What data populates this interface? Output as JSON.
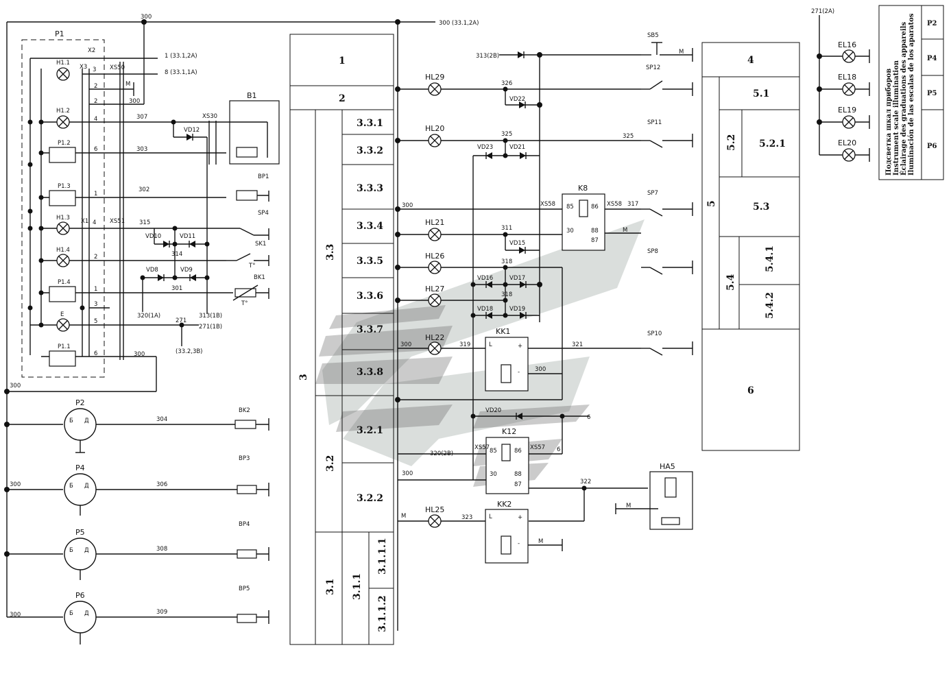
{
  "wires": {
    "top_300": "300",
    "top_300_ref": "300 (33.1,2A)",
    "w271": "271(2A)",
    "w313": "313(2B)",
    "w326": "326",
    "w325a": "325",
    "w325b": "325",
    "w317": "317",
    "w311": "311",
    "w318a": "318",
    "w318b": "318",
    "w319": "319",
    "w321": "321",
    "w300k": "300",
    "w300l": "300",
    "w300b": "300",
    "w300m": "300",
    "w300n": "300",
    "w300o": "300",
    "w300p": "300",
    "w300q": "300",
    "w300r": "300",
    "w320_2b": "320(2B)",
    "w322": "322",
    "w323": "323",
    "w6a": "6",
    "w6b": "6",
    "w307": "307",
    "w303": "303",
    "w302": "302",
    "w315": "315",
    "w314": "314",
    "w301": "301",
    "w320_1a": "320(1A)",
    "w313_1b": "313(1B)",
    "w271b": "271",
    "w271_1b": "271(1B)",
    "w33_2_3b": "(33.2,3B)",
    "w1_ref": "1 (33.1,2A)",
    "w8_ref": "8 (33.1,1A)",
    "w304": "304",
    "w306": "306",
    "w308": "308",
    "w309": "309",
    "M": "M"
  },
  "components": {
    "P1": "P1",
    "X2": "X2",
    "X3": "X3",
    "XS50": "XS50",
    "X1": "X1",
    "XS51": "XS51",
    "H11": "H1.1",
    "H12": "H1.2",
    "H13": "H1.3",
    "H14": "H1.4",
    "E": "E",
    "P12": "P1.2",
    "P13": "P1.3",
    "P14": "P1.4",
    "P11": "P1.1",
    "XS30": "XS30",
    "VD12": "VD12",
    "B1": "B1",
    "BP1": "BP1",
    "SP4": "SP4",
    "SK1": "SK1",
    "BK1": "BK1",
    "VD10": "VD10",
    "VD11": "VD11",
    "VD8": "VD8",
    "VD9": "VD9",
    "P2": "P2",
    "P4": "P4",
    "P5": "P5",
    "P6": "P6",
    "BK2": "BK2",
    "BP3": "BP3",
    "BP4": "BP4",
    "BP5": "BP5",
    "HL29": "HL29",
    "HL20": "HL20",
    "HL21": "HL21",
    "HL26": "HL26",
    "HL27": "HL27",
    "HL22": "HL22",
    "HL25": "HL25",
    "VD22": "VD22",
    "VD23": "VD23",
    "VD21": "VD21",
    "VD15": "VD15",
    "VD16": "VD16",
    "VD17": "VD17",
    "VD18": "VD18",
    "VD19": "VD19",
    "VD20": "VD20",
    "K8": "K8",
    "XS58a": "XS58",
    "XS58b": "XS58",
    "KK1": "KK1",
    "K12": "K12",
    "KK2": "KK2",
    "HA5": "HA5",
    "XS57a": "XS57",
    "XS57b": "XS57",
    "SB5": "SB5",
    "SP12": "SP12",
    "SP11": "SP11",
    "SP7": "SP7",
    "SP8": "SP8",
    "SP10": "SP10",
    "EL16": "EL16",
    "EL18": "EL18",
    "EL19": "EL19",
    "EL20": "EL20"
  },
  "pins": {
    "k85": "85",
    "k86": "86",
    "k30": "30",
    "k87": "87",
    "k88": "88",
    "g_b": "Б",
    "g_d": "Д",
    "temp": "T°",
    "plus": "+",
    "minus": "-",
    "L": "L"
  },
  "connector_numbers": [
    "2",
    "3",
    "2",
    "5",
    "4",
    "6",
    "1",
    "4",
    "2",
    "1",
    "3",
    "5",
    "6"
  ],
  "left_pins": [
    "3",
    "4"
  ],
  "zones_left": {
    "z1": "1",
    "z2": "2",
    "z3": "3",
    "z33": "3.3",
    "z331": "3.3.1",
    "z332": "3.3.2",
    "z333": "3.3.3",
    "z334": "3.3.4",
    "z335": "3.3.5",
    "z336": "3.3.6",
    "z337": "3.3.7",
    "z338": "3.3.8",
    "z32": "3.2",
    "z321": "3.2.1",
    "z322": "3.2.2",
    "z31": "3.1",
    "z311": "3.1.1",
    "z3111": "3.1.1.1",
    "z3112": "3.1.1.2"
  },
  "zones_right": {
    "z4": "4",
    "z5": "5",
    "z51": "5.1",
    "z52": "5.2",
    "z521": "5.2.1",
    "z53": "5.3",
    "z54": "5.4",
    "z541": "5.4.1",
    "z542": "5.4.2",
    "z6": "6"
  },
  "legend": {
    "lines": [
      "Подсветка шкал приборов",
      "Instrument scale illumination",
      "Éclairage des graduations des appareils",
      "Iluminación de las escalas de los aparatos"
    ],
    "items": [
      "P2",
      "P4",
      "P5",
      "P6"
    ]
  }
}
